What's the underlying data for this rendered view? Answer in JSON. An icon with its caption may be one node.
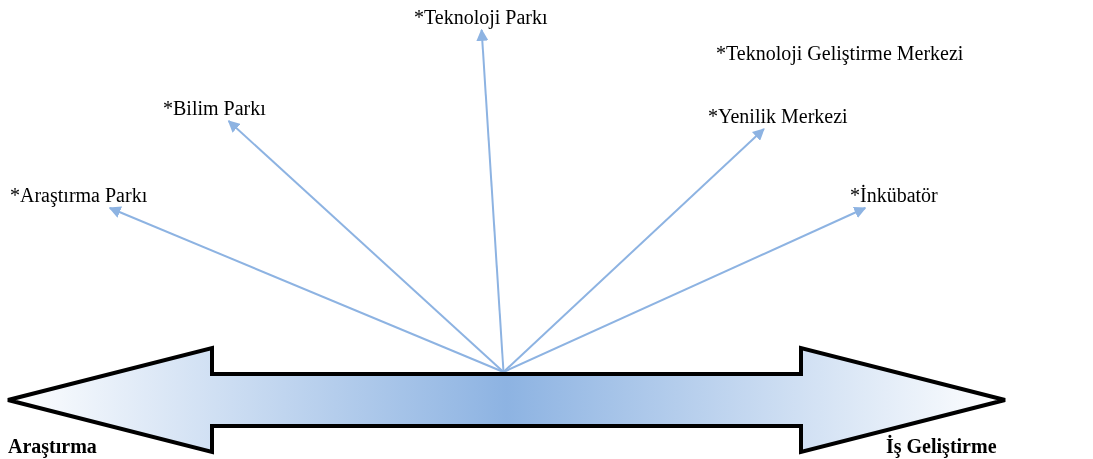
{
  "diagram": {
    "nodes": [
      {
        "text": [],
        "shape": "arrow"
      },
      {
        "text": [
          "*Araştırma Parkı"
        ]
      },
      {
        "text": [
          "*Bilim Parkı"
        ]
      },
      {
        "text": [
          "*Teknoloji Parkı"
        ]
      },
      {
        "text": [
          "*Yenilik Merkezi"
        ]
      },
      {
        "text": [
          "*İnkübatör"
        ]
      }
    ],
    "edges": [
      {
        "from": 0,
        "to": 1,
        "arrow": "to"
      },
      {
        "from": 0,
        "to": 2,
        "arrow": "to"
      },
      {
        "from": 0,
        "to": 3,
        "arrow": "to"
      },
      {
        "from": 0,
        "to": 4,
        "arrow": "to"
      },
      {
        "from": 0,
        "to": 5,
        "arrow": "to"
      }
    ],
    "labels": [
      "*Teknoloji Geliştirme Merkezi",
      "Araştırma",
      "İş Geliştirme"
    ]
  }
}
